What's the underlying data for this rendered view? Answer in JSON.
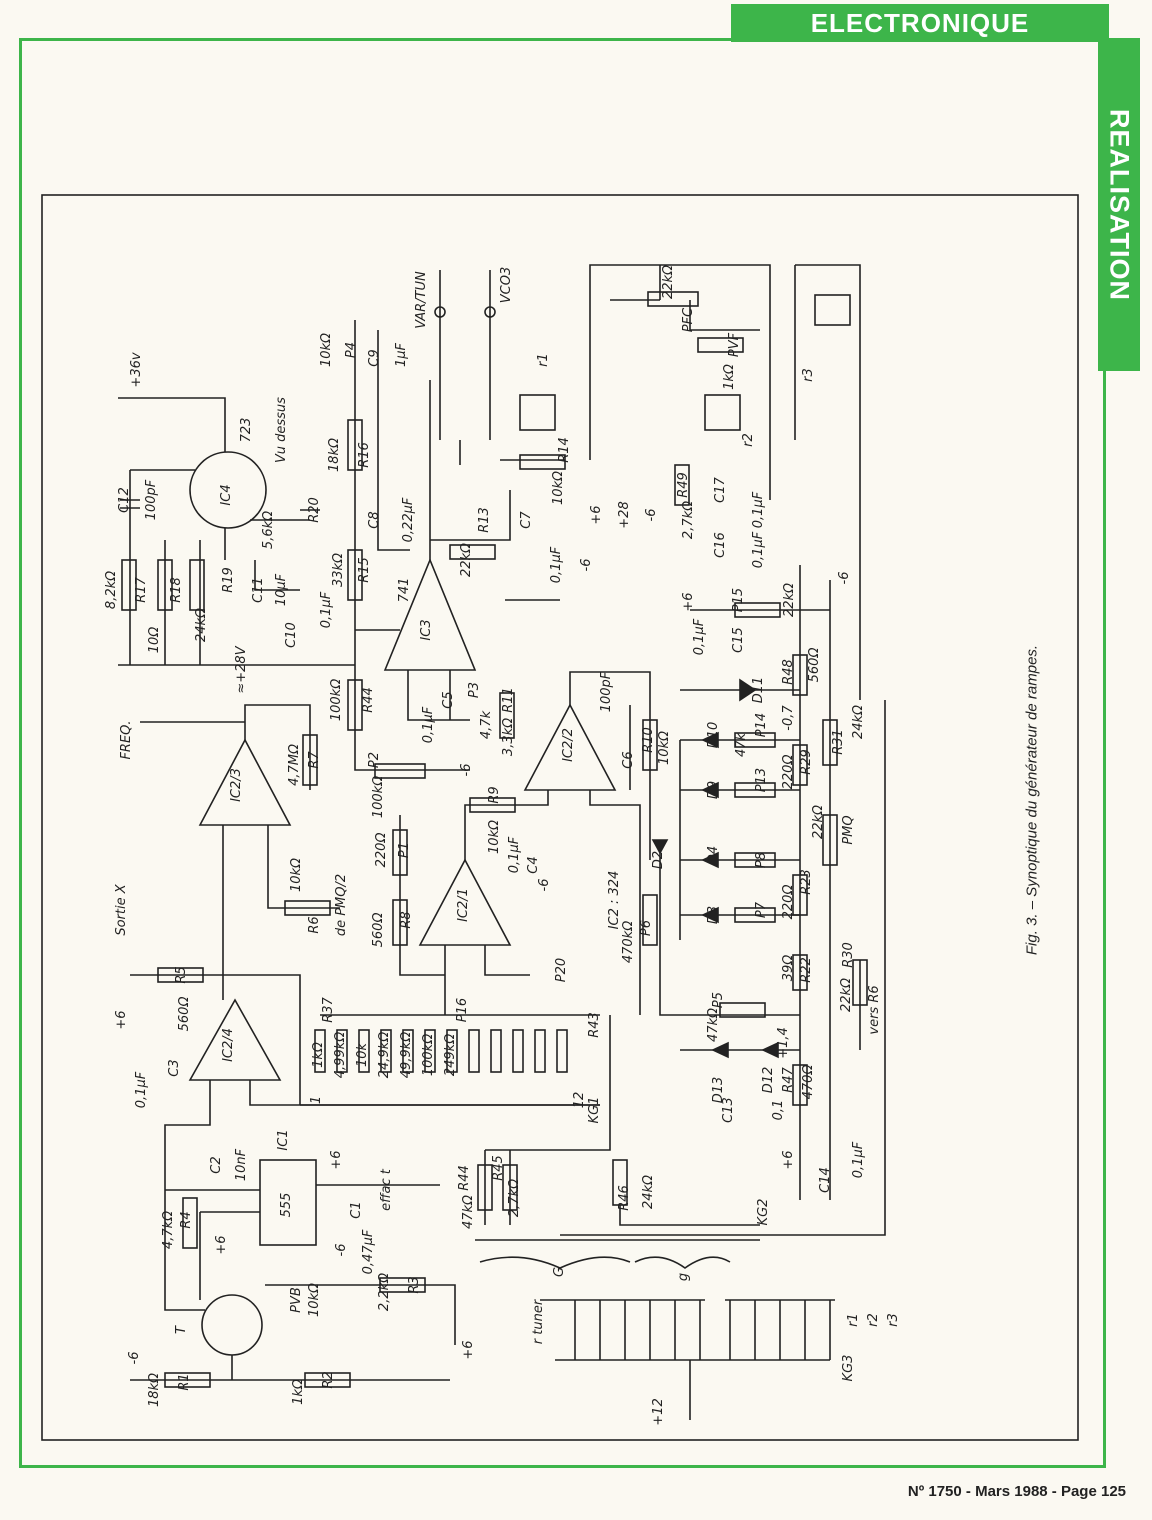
{
  "header": {
    "section": "ELECTRONIQUE",
    "side": "REALISATION"
  },
  "footer": {
    "issue": "Nº 1750 - Mars 1988 - Page 125"
  },
  "figure": {
    "caption": "Fig. 3. – Synoptique du générateur de rampes."
  },
  "colors": {
    "accent": "#3db54a",
    "ink": "#222222",
    "paper": "#fbf9f2"
  },
  "schematic": {
    "labels": [
      "+36v",
      "723",
      "Vu dessus",
      "IC4",
      "C12",
      "100pF",
      "R17",
      "8,2kΩ",
      "R18",
      "10Ω",
      "24kΩ",
      "R19",
      "R20",
      "5,6kΩ",
      "C11",
      "10µF",
      "C10",
      "0,1µF",
      "≈+28V",
      "FREQ.",
      "R7",
      "4,7MΩ",
      "IC2/3",
      "R6",
      "10kΩ",
      "de PMQ/2",
      "Sortie X",
      "R5",
      "560Ω",
      "IC2/4",
      "+6",
      "C3",
      "0,1µF",
      "R4",
      "4,7kΩ",
      "IC1",
      "555",
      "C2",
      "10nF",
      "+6",
      "C1",
      "0,47µF",
      "-6",
      "+6",
      "effac t",
      "T",
      "PVB",
      "10kΩ",
      "R3",
      "2,2kΩ",
      "-6",
      "R1",
      "18kΩ",
      "R2",
      "1kΩ",
      "+6",
      "P4",
      "10kΩ",
      "C9",
      "1µF",
      "R16",
      "18kΩ",
      "C8",
      "0,22µF",
      "R15",
      "33kΩ",
      "741",
      "IC3",
      "R13",
      "22kΩ",
      "C7",
      "0,1µF",
      "-6",
      "R44",
      "100kΩ",
      "C5",
      "0,1µF",
      "P2",
      "100kΩ",
      "-6",
      "P3",
      "4,7k",
      "R11",
      "3,3kΩ",
      "IC2/2",
      "C6",
      "100pF",
      "R10",
      "10kΩ",
      "R9",
      "10kΩ",
      "P1",
      "220Ω",
      "R8",
      "560Ω",
      "IC2/1",
      "C4",
      "0,1µF",
      "-6",
      "IC2 : 324",
      "P20",
      "R37",
      "P16",
      "R43",
      "KG1",
      "1",
      "12",
      "VAR/TUN",
      "VCO3",
      "r1",
      "R14",
      "10kΩ",
      "+6",
      "+28",
      "-6",
      "PFC",
      "22kΩ",
      "PVF",
      "1kΩ",
      "r2",
      "R49",
      "2,7kΩ",
      "C17",
      "0,1µF",
      "C16",
      "0,1µF",
      "r3",
      "-6",
      "P15",
      "22kΩ",
      "+6",
      "C15",
      "0,1µF",
      "D11",
      "R48",
      "560Ω",
      "D10",
      "P14",
      "47k",
      "-0,7",
      "R29",
      "220Ω",
      "R31",
      "24kΩ",
      "D9",
      "P13",
      "D4",
      "P8",
      "D3",
      "P7",
      "PMQ",
      "22kΩ",
      "R23",
      "220Ω",
      "R22",
      "39Ω",
      "R30",
      "22kΩ",
      "vers R6",
      "P5",
      "47kΩ",
      "D13",
      "D12",
      "+1,4",
      "R47",
      "470Ω",
      "C13",
      "0,1",
      "+6",
      "C14",
      "0,1µF",
      "D2",
      "P6",
      "470kΩ",
      "R44",
      "47kΩ",
      "R45",
      "2,7kΩ",
      "R46",
      "24kΩ",
      "KG2",
      "G",
      "g",
      "r tuner",
      "KG3",
      "r1",
      "r2",
      "r3",
      "+12",
      "1kΩ",
      "4,99kΩ",
      "10k",
      "24,9kΩ",
      "49,9kΩ",
      "100kΩ",
      "249kΩ"
    ]
  }
}
